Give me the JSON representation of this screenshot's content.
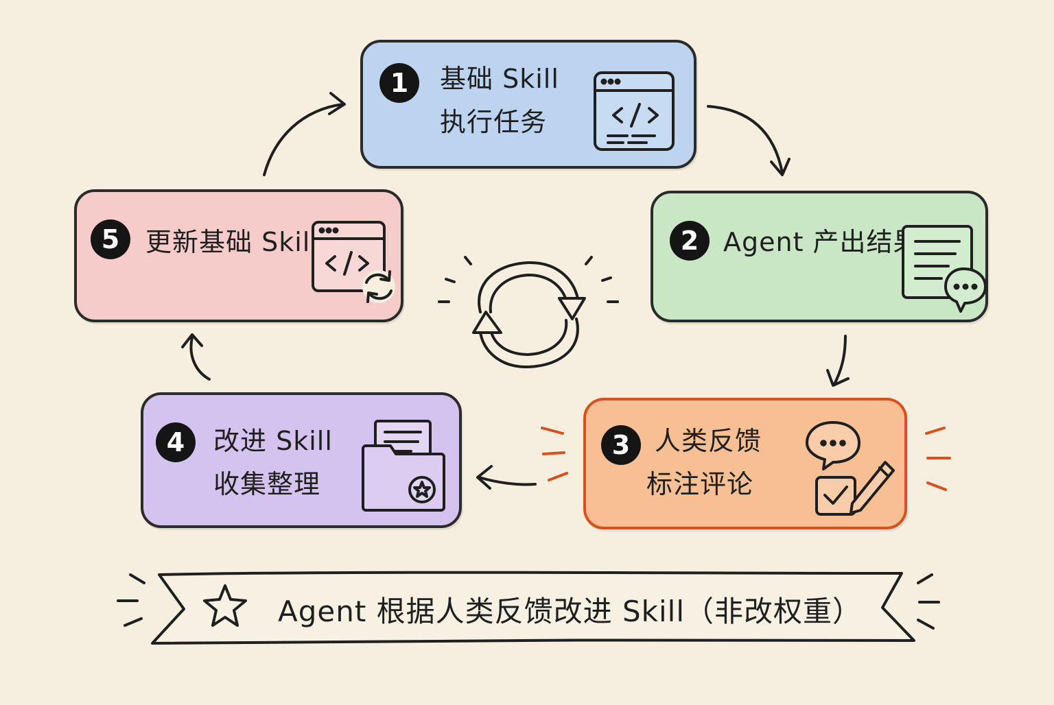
{
  "colors": {
    "background": "#f6efdf",
    "step1": "#bcd4ef",
    "step2": "#c9e7c5",
    "step3": "#f7bf94",
    "step3_border": "#d9501f",
    "step4": "#d4c3ee",
    "step5": "#f6cccb",
    "ink": "#2b2b2b",
    "accent_red": "#d9501f"
  },
  "steps": [
    {
      "number": "1",
      "line1": "基础 Skill",
      "line2": "执行任务",
      "icon": "code-window-icon"
    },
    {
      "number": "2",
      "line1": "Agent 产出结果",
      "line2": "",
      "icon": "document-chat-icon"
    },
    {
      "number": "3",
      "line1": "人类反馈",
      "line2": "标注评论",
      "icon": "chat-edit-check-icon"
    },
    {
      "number": "4",
      "line1": "改进 Skill",
      "line2": "收集整理",
      "icon": "folder-star-icon"
    },
    {
      "number": "5",
      "line1": "更新基础 Skill",
      "line2": "",
      "icon": "code-window-refresh-icon"
    }
  ],
  "center_icon": "cycle-arrows-icon",
  "banner": {
    "text": "Agent 根据人类反馈改进 Skill（非改权重）",
    "icon": "star-icon"
  }
}
